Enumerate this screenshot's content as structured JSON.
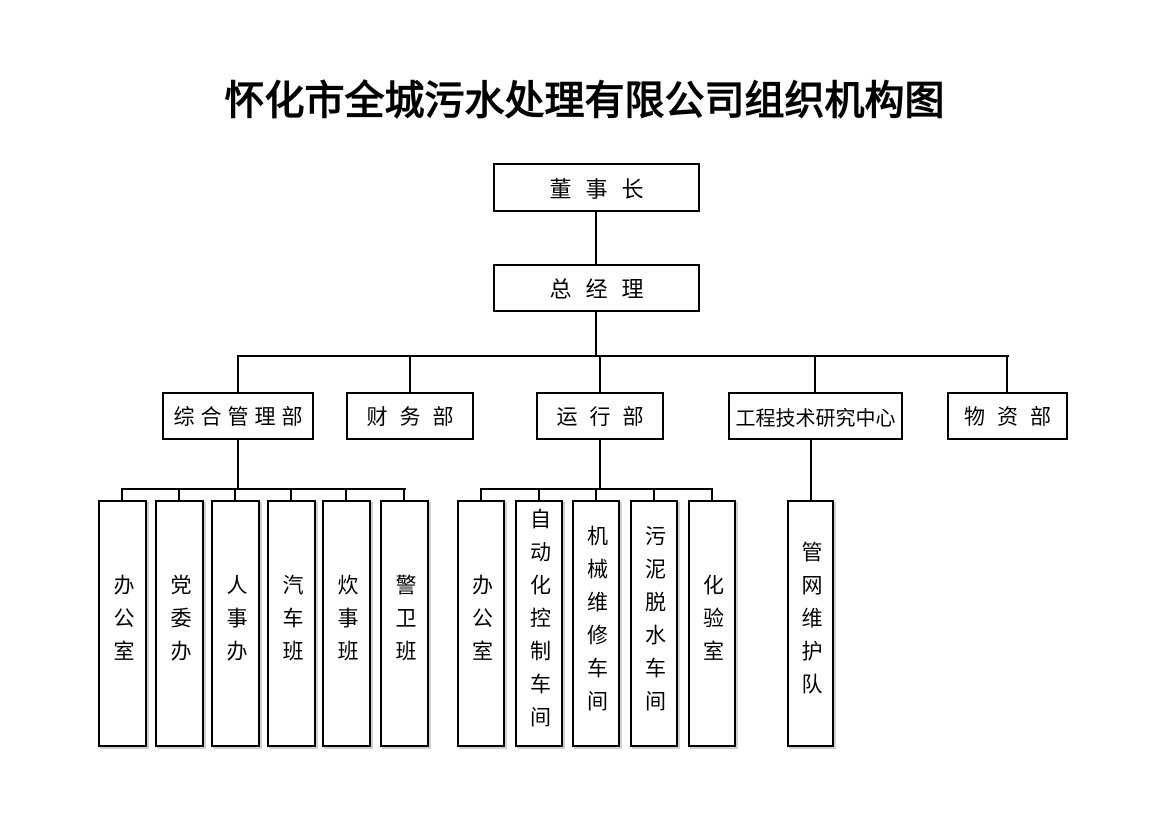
{
  "title": "怀化市全城污水处理有限公司组织机构图",
  "org": {
    "level1": {
      "label": "董事长"
    },
    "level2": {
      "label": "总经理"
    },
    "departments": [
      {
        "label": "综合管理部",
        "children": [
          "办公室",
          "党委办",
          "人事办",
          "汽车班",
          "炊事班",
          "警卫班"
        ]
      },
      {
        "label": "财务部",
        "children": []
      },
      {
        "label": "运行部",
        "children": [
          "办公室",
          "自动化控制车间",
          "机械维修车间",
          "污泥脱水车间",
          "化验室"
        ]
      },
      {
        "label": "工程技术研究中心",
        "children": [
          "管网维护队"
        ]
      },
      {
        "label": "物资部",
        "children": []
      }
    ]
  },
  "colors": {
    "background": "#ffffff",
    "line": "#000000",
    "box_border": "#000000",
    "text": "#000000"
  }
}
